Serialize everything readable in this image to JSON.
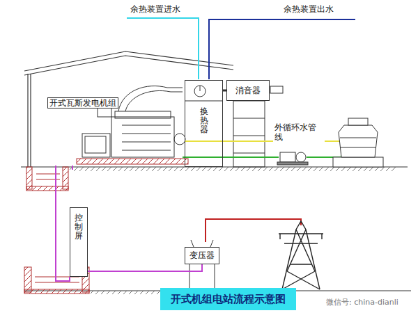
{
  "diagram": {
    "title": "开式机组电站流程示意图",
    "nodes": [
      {
        "text": [
          "换热器"
        ]
      },
      {
        "text": [
          "消音器"
        ]
      },
      {
        "text": [
          "控制屏"
        ]
      },
      {
        "text": [
          "变压器"
        ]
      }
    ],
    "edges": [
      {
        "from": 0,
        "to": 1,
        "arrow": "none"
      },
      {
        "from": 2,
        "to": 3,
        "arrow": "none"
      }
    ],
    "labels": [
      "余热装置进水",
      "余热装置出水",
      "开式瓦斯发电机组",
      "外循环水管线",
      "微信号: china-dianli"
    ]
  }
}
